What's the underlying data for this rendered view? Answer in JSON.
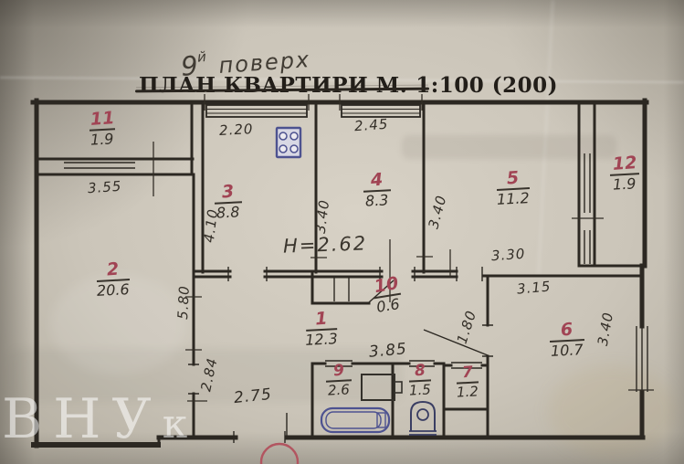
{
  "document": {
    "floor_note": {
      "number": "9",
      "suffix": "й",
      "word": "поверх"
    },
    "title": {
      "struck": "ПЛАН КВАРТИРИ М.",
      "scale": "1:100 (200)"
    },
    "ceiling_height": "Н=2.62",
    "watermark": {
      "main": "ВНУ",
      "small": "к"
    }
  },
  "rooms": {
    "r1": {
      "number": "1",
      "area": "12.3"
    },
    "r2": {
      "number": "2",
      "area": "20.6"
    },
    "r3": {
      "number": "3",
      "area": "8.8"
    },
    "r4": {
      "number": "4",
      "area": "8.3"
    },
    "r5": {
      "number": "5",
      "area": "11.2"
    },
    "r6": {
      "number": "6",
      "area": "10.7"
    },
    "r7": {
      "number": "7",
      "area": "1.2"
    },
    "r8": {
      "number": "8",
      "area": "1.5"
    },
    "r9": {
      "number": "9",
      "area": "2.6"
    },
    "r10": {
      "number": "10",
      "area": "0.6"
    },
    "r11": {
      "number": "11",
      "area": "1.9"
    },
    "r12": {
      "number": "12",
      "area": "1.9"
    }
  },
  "dimensions": {
    "room2_width": "3.55",
    "kitchen_window": "2.20",
    "room4_window": "2.45",
    "kitchen_depth": "4.10",
    "room3_side": "3.40",
    "room5_side": "3.40",
    "room5_width": "3.30",
    "room2_depth": "5.80",
    "hall_lower_depth": "2.84",
    "hall_lower_width": "2.75",
    "bath_block_width": "3.85",
    "passage_depth": "1.80",
    "room6_width": "3.15",
    "room6_depth": "3.40"
  },
  "icons": {
    "stove": "stove-icon",
    "sink": "sink-icon",
    "bathtub": "bathtub-icon",
    "toilet": "toilet-icon",
    "entrance_mark": "entrance-stamp-icon"
  },
  "colors": {
    "paper": "#cbc5b9",
    "ink": "#2c2822",
    "red_marker": "#a14454",
    "fixture_blue": "#4d5290",
    "stamp_red": "#b25560"
  }
}
